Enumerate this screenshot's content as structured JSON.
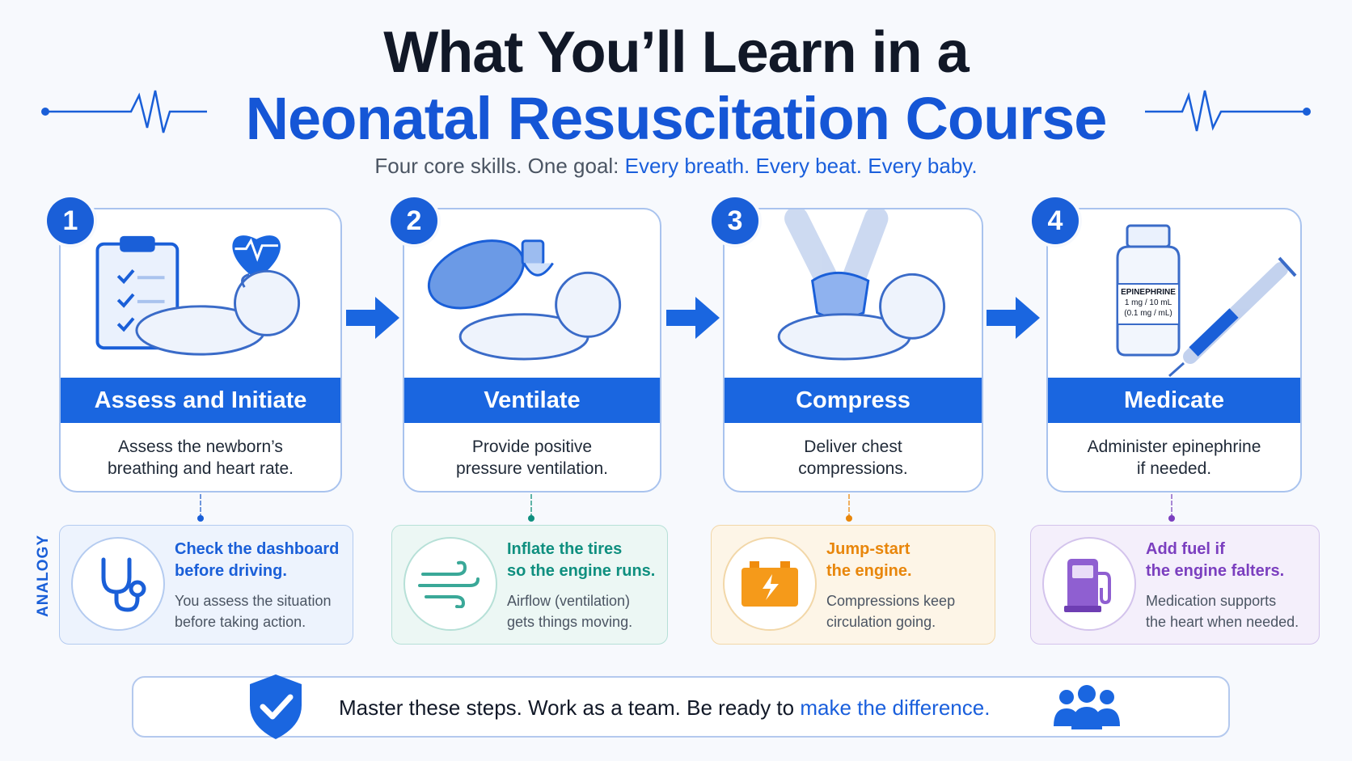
{
  "header": {
    "title_line1": "What You’ll Learn in a",
    "title_line2": "Neonatal Resuscitation Course",
    "subtitle_plain": "Four core skills. One goal:",
    "subtitle_accent": "Every breath. Every beat. Every baby."
  },
  "steps": [
    {
      "number": "1",
      "title": "Assess and Initiate",
      "desc_line1": "Assess the newborn’s",
      "desc_line2": "breathing and heart rate."
    },
    {
      "number": "2",
      "title": "Ventilate",
      "desc_line1": "Provide positive",
      "desc_line2": "pressure ventilation."
    },
    {
      "number": "3",
      "title": "Compress",
      "desc_line1": "Deliver chest",
      "desc_line2": "compressions."
    },
    {
      "number": "4",
      "title": "Medicate",
      "desc_line1": "Administer epinephrine",
      "desc_line2": "if needed.",
      "vial_label1": "EPINEPHRINE",
      "vial_label2": "1 mg / 10 mL",
      "vial_label3": "(0.1 mg / mL)"
    }
  ],
  "analogy": {
    "label": "ANALOGY",
    "items": [
      {
        "head1": "Check the dashboard",
        "head2": "before driving.",
        "text1": "You assess the situation",
        "text2": "before taking action.",
        "color": "#1a5fd8",
        "icon": "stethoscope-icon"
      },
      {
        "head1": "Inflate the tires",
        "head2": "so the engine runs.",
        "text1": "Airflow (ventilation)",
        "text2": "gets things moving.",
        "color": "#0f8f7f",
        "icon": "airflow-icon"
      },
      {
        "head1": "Jump-start",
        "head2": "the engine.",
        "text1": "Compressions keep",
        "text2": "circulation going.",
        "color": "#e8860b",
        "icon": "battery-icon"
      },
      {
        "head1": "Add fuel if",
        "head2": "the engine falters.",
        "text1": "Medication supports",
        "text2": "the heart when needed.",
        "color": "#7b3fbf",
        "icon": "fuel-pump-icon"
      }
    ]
  },
  "footer": {
    "text_plain": "Master these steps. Work as a team. Be ready to",
    "text_accent": "make the difference."
  },
  "colors": {
    "primary": "#1a66e0",
    "title_dark": "#111827"
  }
}
